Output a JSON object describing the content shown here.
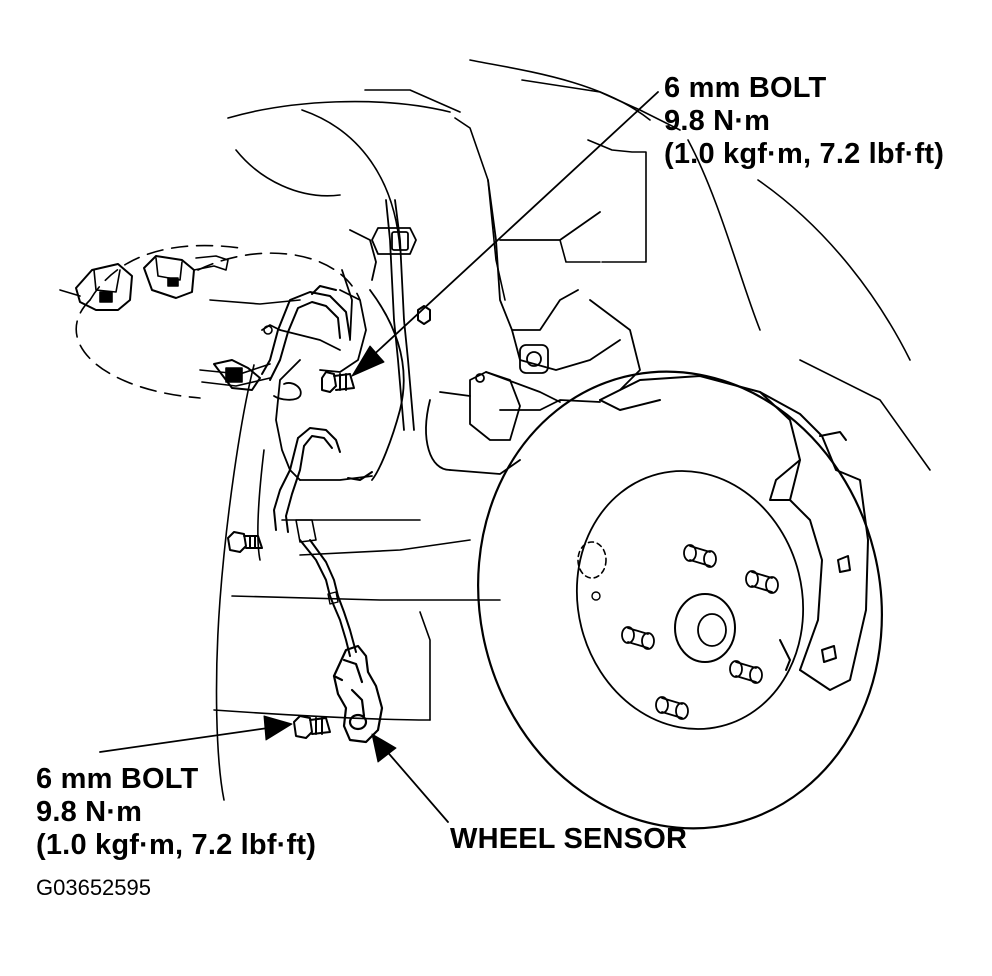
{
  "callouts": {
    "top_bolt": {
      "line1": "6 mm BOLT",
      "line2": "9.8 N·m",
      "line3": "(1.0 kgf·m, 7.2 lbf·ft)"
    },
    "bottom_bolt": {
      "line1": "6 mm BOLT",
      "line2": "9.8 N·m",
      "line3": "(1.0 kgf·m, 7.2 lbf·ft)"
    },
    "sensor": {
      "label": "WHEEL SENSOR"
    }
  },
  "figure_code": "G03652595",
  "colors": {
    "ink": "#000000",
    "paper": "#ffffff"
  }
}
